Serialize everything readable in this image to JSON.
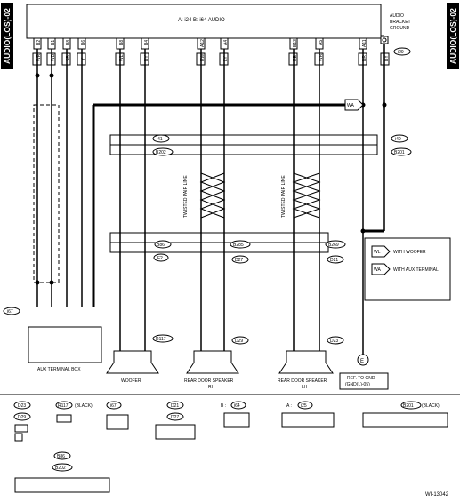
{
  "side_label": "AUDIO(LOS)-02",
  "header": {
    "connectors": "A: i24  B: i64  AUDIO",
    "ground_label": [
      "AUDIO",
      "BRACKET",
      "GROUND"
    ],
    "ground_conn": "i29"
  },
  "top_pins": [
    "B2",
    "B1",
    "B8",
    "B6",
    "B8",
    "B4",
    "A12",
    "A4",
    "B13",
    "A5",
    "A11"
  ],
  "top_wires": [
    "WR",
    "WB",
    "SB",
    "Y",
    "WL",
    "BY",
    "RW",
    "LY",
    "RB",
    "WR",
    "BR",
    "BY"
  ],
  "connectors": {
    "i41": "i41",
    "b202": "B202",
    "b86": "B86",
    "b285": "B285",
    "f2": "F2",
    "d27": "D27",
    "b269": "B269",
    "d21": "D21",
    "i40": "i40",
    "b201": "B201",
    "i67": "i67",
    "r117": "R117",
    "d29": "D29",
    "d23": "D23"
  },
  "legend": [
    "WITH WOOFER",
    "WITH AUX TERMINAL"
  ],
  "legend_tags": [
    "WL",
    "WA"
  ],
  "twisted": "TWISTED PAIR LINE",
  "components": {
    "aux": "AUX TERMINAL BOX",
    "woofer": "WOOFER",
    "rear_rh": [
      "REAR DOOR SPEAKER",
      "RH"
    ],
    "rear_lh": [
      "REAR DOOR SPEAKER",
      "LH"
    ],
    "gnd": [
      "REF. TO GND",
      "(GND(L)-05)"
    ]
  },
  "bottom_connectors": {
    "d23": "D23",
    "d29": "D29",
    "r117": "R117",
    "r117_note": "(BLACK)",
    "i67": "i67",
    "d21": "D21",
    "d27": "D27",
    "b_label": "B :",
    "i64": "i64",
    "a_label": "A :",
    "i25": "i25",
    "b201": "B201",
    "b201_note": "(BLACK)",
    "b86": "B86",
    "b202": "B202"
  },
  "footer": "WI-13042",
  "colors": {
    "line": "#000000",
    "bg": "#ffffff"
  }
}
